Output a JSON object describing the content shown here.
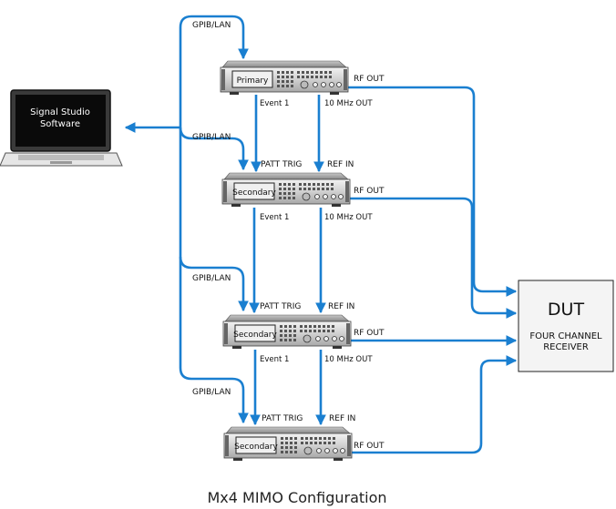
{
  "caption": "Mx4 MIMO Configuration",
  "colors": {
    "wire": "#1a7fd0",
    "instrument_body": "#d8d8d8",
    "laptop_screen": "#111111"
  },
  "software": {
    "line1": "Signal Studio",
    "line2": "Software"
  },
  "dut": {
    "title": "DUT",
    "line1": "FOUR CHANNEL",
    "line2": "RECEIVER"
  },
  "instruments": [
    {
      "label": "Primary"
    },
    {
      "label": "Secondary"
    },
    {
      "label": "Secondary"
    },
    {
      "label": "Secondary"
    }
  ],
  "labels": {
    "gpib_lan": "GPIB/LAN",
    "rf_out": "RF OUT",
    "event1": "Event 1",
    "ten_mhz_out": "10 MHz OUT",
    "ten_mhz_out_spaced": "10 MHz  OUT",
    "patt_trig": "PATT TRIG",
    "ref_in": "REF IN"
  }
}
